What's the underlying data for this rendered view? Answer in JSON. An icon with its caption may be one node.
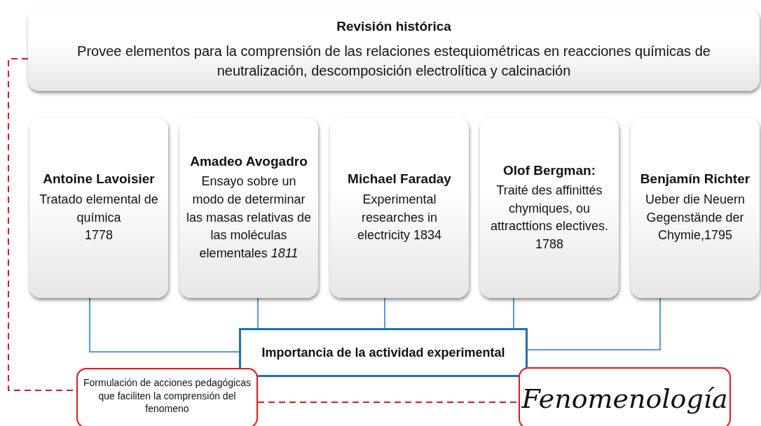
{
  "diagram": {
    "nodes": [
      {
        "text": [
          "Revisión histórica",
          "Provee elementos para la comprensión de las relaciones estequiométricas en reacciones químicas de neutralización, descomposición electrolítica y calcinación"
        ]
      },
      {
        "text": [
          "Antoine Lavoisier",
          "Tratado elemental de química",
          "1778"
        ]
      },
      {
        "text": [
          "Amadeo Avogadro",
          "Ensayo sobre un modo de determinar las masas relativas de las moléculas elementales *1811*"
        ]
      },
      {
        "text": [
          "Michael Faraday",
          "Experimental researches in electricity 1834"
        ]
      },
      {
        "text": [
          "Olof Bergman:",
          "Traité des affinittés chymiques, ou attracttions electives. 1788"
        ]
      },
      {
        "text": [
          "Benjamín Richter",
          "Ueber die Neuern Gegenstände der Chymie,1795"
        ]
      },
      {
        "text": [
          "Importancia de la actividad experimental"
        ]
      },
      {
        "text": [
          "Formulación de acciones pedagógicas que faciliten la comprensión del fenomeno"
        ]
      },
      {
        "text": [
          "Fenomenología"
        ]
      }
    ],
    "edges": [
      {
        "from": 1,
        "to": 6,
        "arrow": "none"
      },
      {
        "from": 2,
        "to": 6,
        "arrow": "none"
      },
      {
        "from": 3,
        "to": 6,
        "arrow": "none"
      },
      {
        "from": 4,
        "to": 6,
        "arrow": "none"
      },
      {
        "from": 5,
        "to": 6,
        "arrow": "none"
      },
      {
        "from": 0,
        "to": 7,
        "arrow": "none",
        "style": "dashed",
        "color": "#e8141c"
      },
      {
        "from": 7,
        "to": 8,
        "arrow": "none",
        "style": "dashed",
        "color": "#e8141c"
      }
    ]
  }
}
